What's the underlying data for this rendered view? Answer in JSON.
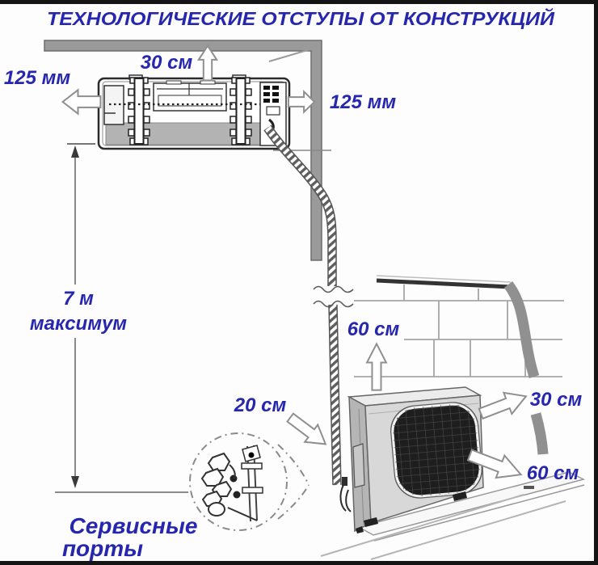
{
  "title": "ТЕХНОЛОГИЧЕСКИЕ ОТСТУПЫ ОТ КОНСТРУКЦИЙ",
  "colors": {
    "label_blue": "#2626ae",
    "wall_gray": "#979797",
    "line_gray": "#8c8c8c"
  },
  "labels": {
    "indoor_top": "30 см",
    "indoor_left": "125 мм",
    "indoor_right": "125 мм",
    "max_line_line1": "7 м",
    "max_line_line2": "максимум",
    "outdoor_above": "60 см",
    "outdoor_left": "20 см",
    "outdoor_right_top": "30 см",
    "outdoor_right_bottom": "60 см",
    "service_ports_line1": "Сервисные",
    "service_ports_line2": "порты"
  }
}
